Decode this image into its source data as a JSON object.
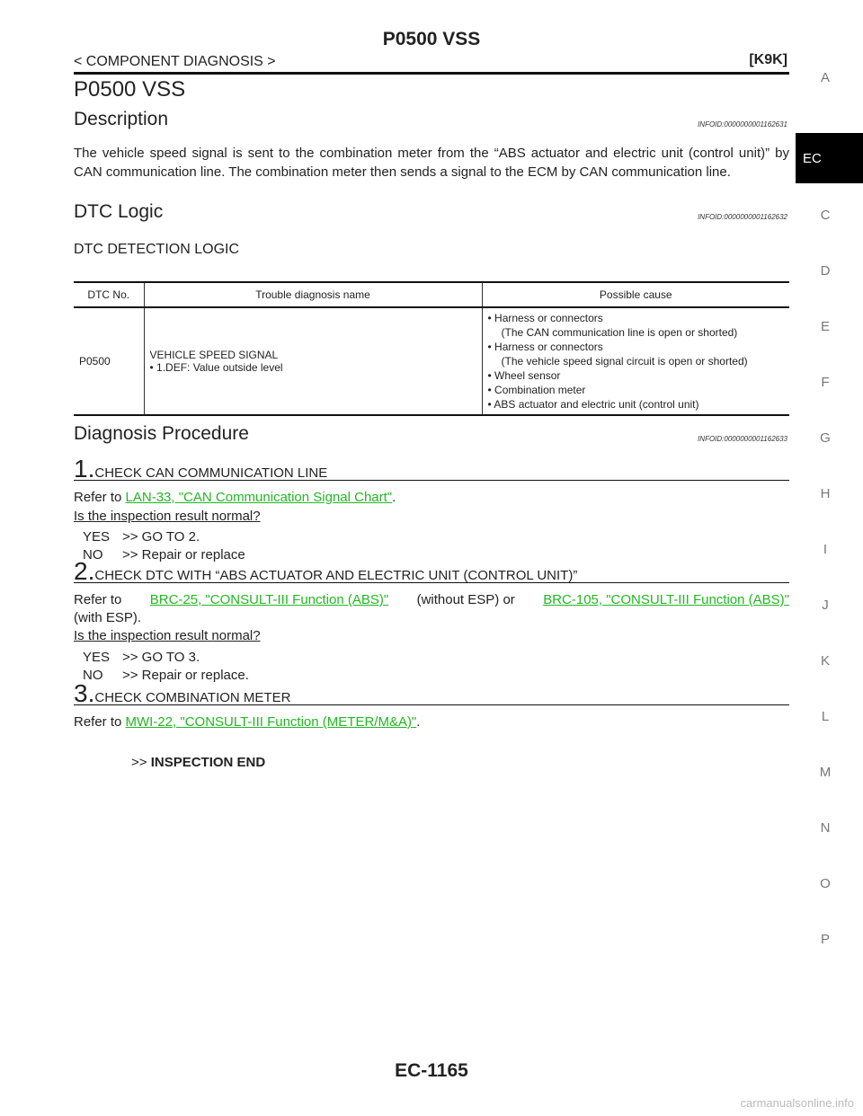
{
  "header": {
    "title": "P0500 VSS",
    "left": "< COMPONENT DIAGNOSIS >",
    "right": "[K9K]"
  },
  "page_title": "P0500 VSS",
  "description": {
    "heading": "Description",
    "infoid": "INFOID:0000000001162631",
    "text": "The vehicle speed signal is sent to the combination meter from the “ABS actuator and electric unit (control unit)” by CAN communication line. The combination meter then sends a signal to the ECM by CAN communication line."
  },
  "dtc_logic": {
    "heading": "DTC Logic",
    "infoid": "INFOID:0000000001162632",
    "subheading": "DTC DETECTION LOGIC",
    "columns": [
      "DTC No.",
      "Trouble diagnosis name",
      "Possible cause"
    ],
    "row": {
      "dtc": "P0500",
      "name_line1": "VEHICLE SPEED SIGNAL",
      "name_line2": "• 1.DEF: Value outside level",
      "causes": [
        "• Harness or connectors",
        "(The CAN communication line is open or shorted)",
        "• Harness or connectors",
        "(The vehicle speed signal circuit is open or shorted)",
        "• Wheel sensor",
        "• Combination meter",
        "• ABS actuator and electric unit (control unit)"
      ]
    }
  },
  "procedure": {
    "heading": "Diagnosis Procedure",
    "infoid": "INFOID:0000000001162633",
    "step1": {
      "num": "1.",
      "title": "CHECK CAN COMMUNICATION LINE",
      "ref_prefix": "Refer to ",
      "link": "LAN-33, \"CAN Communication Signal Chart\"",
      "ref_suffix": ".",
      "question": "Is the inspection result normal?",
      "yes_label": "YES",
      "yes_text": ">> GO TO 2.",
      "no_label": "NO",
      "no_text": ">> Repair or replace"
    },
    "step2": {
      "num": "2.",
      "title": "CHECK DTC WITH “ABS ACTUATOR AND ELECTRIC UNIT (CONTROL UNIT)”",
      "ref_prefix": "Refer to ",
      "link1": "BRC-25, \"CONSULT-III Function (ABS)\"",
      "mid": " (without ESP) or ",
      "link2": "BRC-105, \"CONSULT-III Function (ABS)\"",
      "line2": "(with ESP).",
      "question": "Is the inspection result normal?",
      "yes_label": "YES",
      "yes_text": ">> GO TO 3.",
      "no_label": "NO",
      "no_text": ">> Repair or replace."
    },
    "step3": {
      "num": "3.",
      "title": "CHECK COMBINATION METER",
      "ref_prefix": "Refer to ",
      "link": "MWI-22, \"CONSULT-III Function (METER/M&A)\"",
      "ref_suffix": "."
    },
    "end_prefix": ">>",
    "end_text": "INSPECTION END"
  },
  "side_tabs": [
    "A",
    "EC",
    "C",
    "D",
    "E",
    "F",
    "G",
    "H",
    "I",
    "J",
    "K",
    "L",
    "M",
    "N",
    "O",
    "P"
  ],
  "footer": "EC-1165",
  "watermark": "carmanualsonline.info",
  "colors": {
    "link": "#22b822",
    "active_tab_bg": "#000000"
  }
}
